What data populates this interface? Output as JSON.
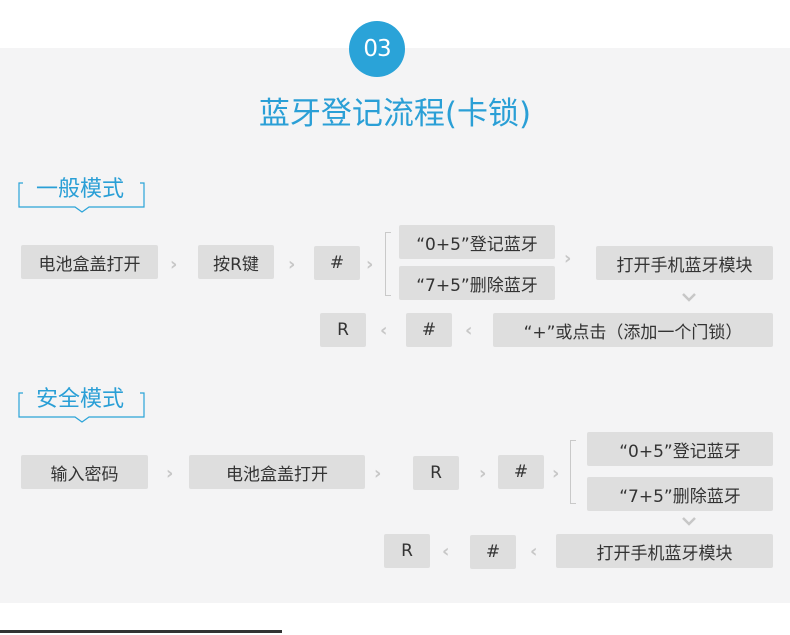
{
  "badge": "03",
  "title": "蓝牙登记流程(卡锁)",
  "accent": "#2aa3d8",
  "sections": {
    "general": {
      "label": "一般模式",
      "row1": [
        "电池盒盖打开",
        "按R键",
        "#"
      ],
      "options": [
        "“0+5”登记蓝牙",
        "“7+5”删除蓝牙"
      ],
      "end": "打开手机蓝牙模块",
      "row2": [
        "R",
        "#",
        "“+”或点击（添加一个门锁）"
      ]
    },
    "safe": {
      "label": "安全模式",
      "row1": [
        "输入密码",
        "电池盒盖打开",
        "R",
        "#"
      ],
      "options": [
        "“0+5”登记蓝牙",
        "“7+5”删除蓝牙"
      ],
      "row2": [
        "R",
        "#",
        "打开手机蓝牙模块"
      ]
    }
  }
}
